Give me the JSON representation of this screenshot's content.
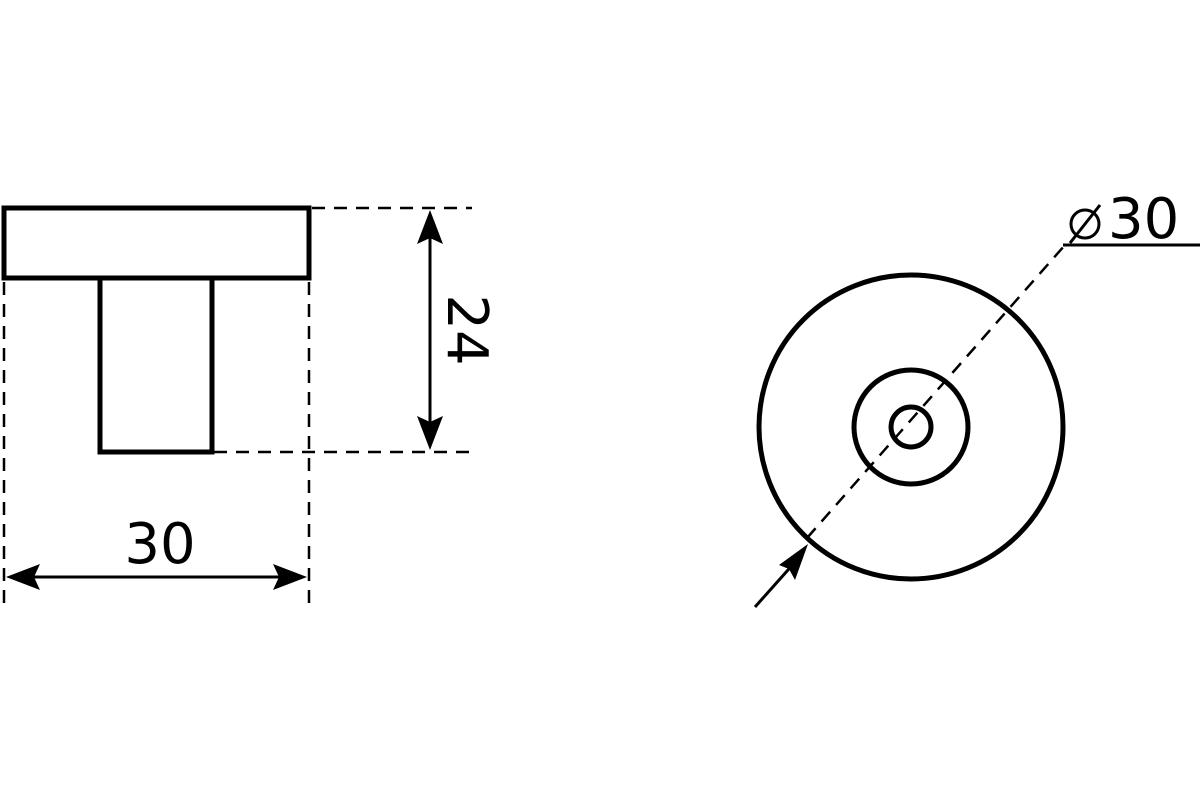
{
  "drawing": {
    "side_view": {
      "width_dimension": "30",
      "height_dimension": "24"
    },
    "front_view": {
      "diameter_dimension": "30",
      "diameter_symbol": "⌀"
    },
    "colors": {
      "line": "#000000",
      "background": "#ffffff"
    }
  }
}
